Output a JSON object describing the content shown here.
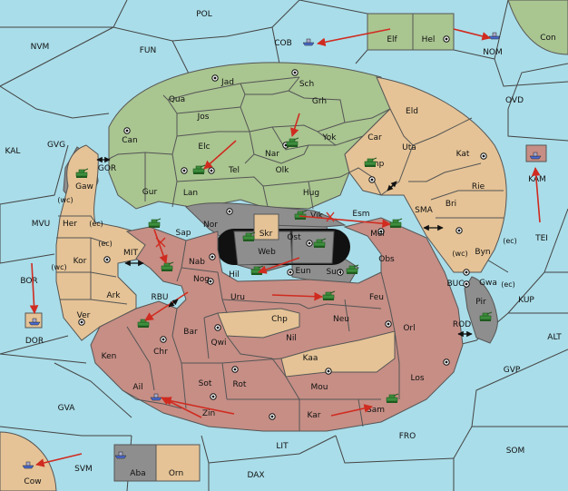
{
  "colors": {
    "sea": "#a9dde9",
    "green": "#a9c590",
    "tan": "#e5c396",
    "red": "#c68e85",
    "gray": "#8e8e8e",
    "unit": "#3d8e3d",
    "order_arrow": "#d02b20",
    "border": "#444444"
  },
  "seas": [
    {
      "id": "POL",
      "label": "POL"
    },
    {
      "id": "NVM",
      "label": "NVM"
    },
    {
      "id": "FUN",
      "label": "FUN"
    },
    {
      "id": "COB",
      "label": "COB"
    },
    {
      "id": "NOM",
      "label": "NOM"
    },
    {
      "id": "OVD",
      "label": "OVD"
    },
    {
      "id": "KAL",
      "label": "KAL"
    },
    {
      "id": "GVG",
      "label": "GVG"
    },
    {
      "id": "GOR",
      "label": "GOR"
    },
    {
      "id": "MVU",
      "label": "MVU"
    },
    {
      "id": "MIT",
      "label": "MIT"
    },
    {
      "id": "BOR",
      "label": "BOR"
    },
    {
      "id": "RBU",
      "label": "RBU"
    },
    {
      "id": "SMA",
      "label": "SMA"
    },
    {
      "id": "TEI",
      "label": "TEI"
    },
    {
      "id": "KUP",
      "label": "KUP"
    },
    {
      "id": "BUC",
      "label": "BUC"
    },
    {
      "id": "ROD",
      "label": "ROD"
    },
    {
      "id": "ALT",
      "label": "ALT"
    },
    {
      "id": "GVP",
      "label": "GVP"
    },
    {
      "id": "GVA",
      "label": "GVA"
    },
    {
      "id": "SVM",
      "label": "SVM"
    },
    {
      "id": "LIT",
      "label": "LIT"
    },
    {
      "id": "FRO",
      "label": "FRO"
    },
    {
      "id": "SOM",
      "label": "SOM"
    },
    {
      "id": "DAX",
      "label": "DAX"
    }
  ],
  "lands": [
    {
      "id": "Jad",
      "label": "Jad"
    },
    {
      "id": "Sch",
      "label": "Sch"
    },
    {
      "id": "Qua",
      "label": "Qua"
    },
    {
      "id": "Jos",
      "label": "Jos"
    },
    {
      "id": "Grh",
      "label": "Grh"
    },
    {
      "id": "Eld",
      "label": "Eld"
    },
    {
      "id": "Can",
      "label": "Can"
    },
    {
      "id": "Elc",
      "label": "Elc"
    },
    {
      "id": "Nar",
      "label": "Nar"
    },
    {
      "id": "Yok",
      "label": "Yok"
    },
    {
      "id": "Car",
      "label": "Car"
    },
    {
      "id": "Uta",
      "label": "Uta"
    },
    {
      "id": "Kat",
      "label": "Kat"
    },
    {
      "id": "Tel",
      "label": "Tel"
    },
    {
      "id": "Olk",
      "label": "Olk"
    },
    {
      "id": "Amp",
      "label": "Amp"
    },
    {
      "id": "Gur",
      "label": "Gur"
    },
    {
      "id": "Lan",
      "label": "Lan"
    },
    {
      "id": "Hug",
      "label": "Hug"
    },
    {
      "id": "Rie",
      "label": "Rie"
    },
    {
      "id": "Gaw",
      "label": "Gaw"
    },
    {
      "id": "Esm",
      "label": "Esm"
    },
    {
      "id": "Bri",
      "label": "Bri"
    },
    {
      "id": "Nor",
      "label": "Nor"
    },
    {
      "id": "Vik",
      "label": "Vik"
    },
    {
      "id": "Skr",
      "label": "Skr"
    },
    {
      "id": "Her",
      "label": "Her"
    },
    {
      "id": "Sap",
      "label": "Sap"
    },
    {
      "id": "Ost",
      "label": "Ost"
    },
    {
      "id": "Mel",
      "label": "Mel"
    },
    {
      "id": "Web",
      "label": "Web"
    },
    {
      "id": "Byn",
      "label": "Byn"
    },
    {
      "id": "Kor",
      "label": "Kor"
    },
    {
      "id": "Nab",
      "label": "Nab"
    },
    {
      "id": "Obs",
      "label": "Obs"
    },
    {
      "id": "Eun",
      "label": "Eun"
    },
    {
      "id": "Hil",
      "label": "Hil"
    },
    {
      "id": "Sun",
      "label": "Sun"
    },
    {
      "id": "Gwa",
      "label": "Gwa"
    },
    {
      "id": "Nog",
      "label": "Nog"
    },
    {
      "id": "Ark",
      "label": "Ark"
    },
    {
      "id": "Uru",
      "label": "Uru"
    },
    {
      "id": "Feu",
      "label": "Feu"
    },
    {
      "id": "Pir",
      "label": "Pir"
    },
    {
      "id": "Ver",
      "label": "Ver"
    },
    {
      "id": "Chp",
      "label": "Chp"
    },
    {
      "id": "Neu",
      "label": "Neu"
    },
    {
      "id": "Orl",
      "label": "Orl"
    },
    {
      "id": "Bar",
      "label": "Bar"
    },
    {
      "id": "Qwi",
      "label": "Qwi"
    },
    {
      "id": "Nil",
      "label": "Nil"
    },
    {
      "id": "Chr",
      "label": "Chr"
    },
    {
      "id": "Ken",
      "label": "Ken"
    },
    {
      "id": "Kaa",
      "label": "Kaa"
    },
    {
      "id": "Sot",
      "label": "Sot"
    },
    {
      "id": "Rot",
      "label": "Rot"
    },
    {
      "id": "Los",
      "label": "Los"
    },
    {
      "id": "Mou",
      "label": "Mou"
    },
    {
      "id": "Ail",
      "label": "Ail"
    },
    {
      "id": "Zin",
      "label": "Zin"
    },
    {
      "id": "Kar",
      "label": "Kar"
    },
    {
      "id": "Sam",
      "label": "Sam"
    },
    {
      "id": "Elf",
      "label": "Elf"
    },
    {
      "id": "Hel",
      "label": "Hel"
    },
    {
      "id": "Con",
      "label": "Con"
    },
    {
      "id": "KAM",
      "label": "KAM"
    },
    {
      "id": "DOR",
      "label": "DOR"
    },
    {
      "id": "Cow",
      "label": "Cow"
    },
    {
      "id": "Aba",
      "label": "Aba"
    },
    {
      "id": "Orn",
      "label": "Orn"
    }
  ],
  "coast_tags": [
    {
      "id": "gaw-wc",
      "label": "(wc)"
    },
    {
      "id": "gaw-ec",
      "label": "(ec)"
    },
    {
      "id": "kor-ec",
      "label": "(ec)"
    },
    {
      "id": "kor-wc",
      "label": "(wc)"
    },
    {
      "id": "byn-wc",
      "label": "(wc)"
    },
    {
      "id": "byn-ec",
      "label": "(ec)"
    },
    {
      "id": "gwa-ec",
      "label": "(ec)"
    }
  ]
}
